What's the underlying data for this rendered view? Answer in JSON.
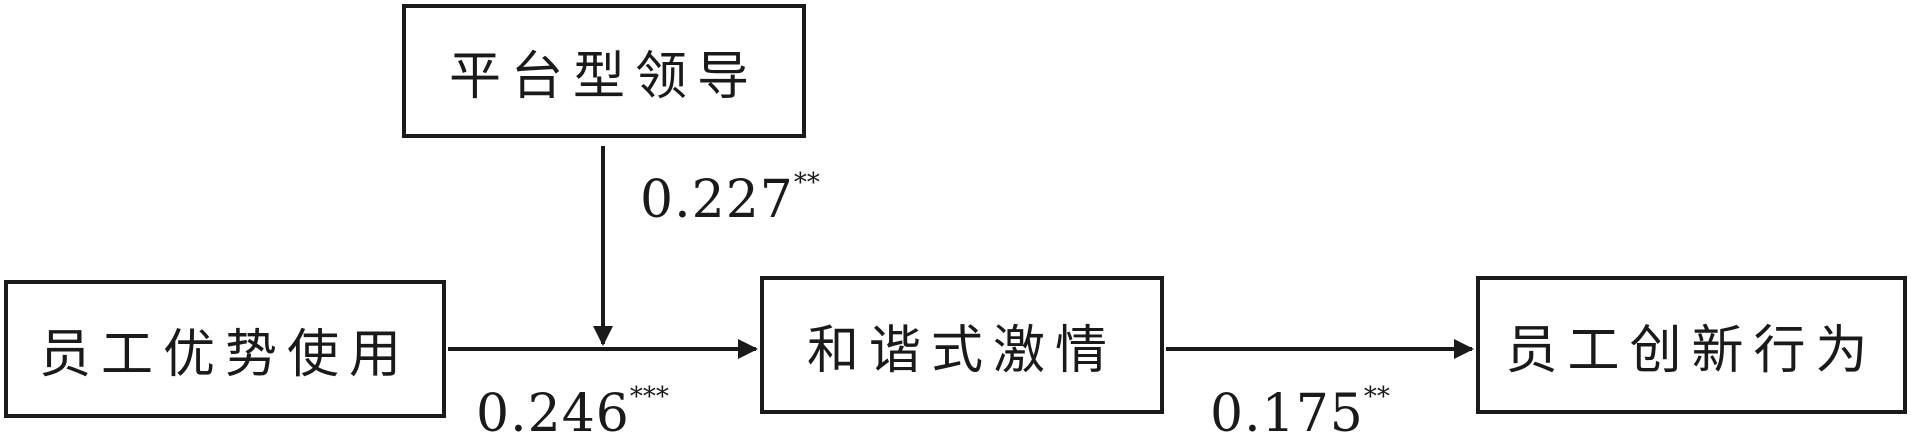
{
  "nodes": {
    "moderator": "平台型领导",
    "predictor": "员工优势使用",
    "mediator": "和谐式激情",
    "outcome": "员工创新行为"
  },
  "paths": {
    "moderation": {
      "value": "0.227",
      "sig": "**"
    },
    "predictor_to_mediator": {
      "value": "0.246",
      "sig": "***"
    },
    "mediator_to_outcome": {
      "value": "0.175",
      "sig": "**"
    }
  }
}
